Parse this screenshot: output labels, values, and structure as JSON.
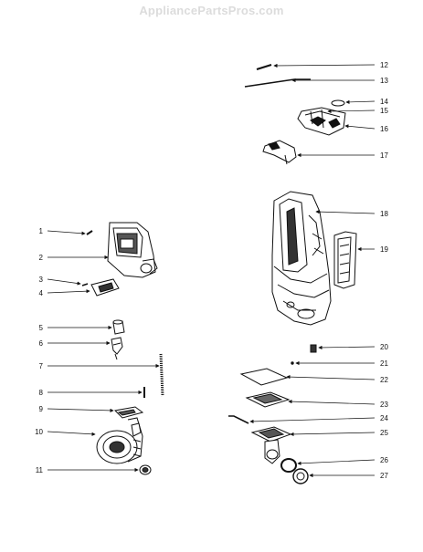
{
  "watermark": "AppliancePartsPros.com",
  "parts": [
    {
      "number": "1"
    },
    {
      "number": "2"
    },
    {
      "number": "3"
    },
    {
      "number": "4"
    },
    {
      "number": "5"
    },
    {
      "number": "6"
    },
    {
      "number": "7"
    },
    {
      "number": "8"
    },
    {
      "number": "9"
    },
    {
      "number": "10"
    },
    {
      "number": "11"
    },
    {
      "number": "12"
    },
    {
      "number": "13"
    },
    {
      "number": "14"
    },
    {
      "number": "15"
    },
    {
      "number": "16"
    },
    {
      "number": "17"
    },
    {
      "number": "18"
    },
    {
      "number": "19"
    },
    {
      "number": "20"
    },
    {
      "number": "21"
    },
    {
      "number": "22"
    },
    {
      "number": "23"
    },
    {
      "number": "24"
    },
    {
      "number": "25"
    },
    {
      "number": "26"
    },
    {
      "number": "27"
    }
  ]
}
